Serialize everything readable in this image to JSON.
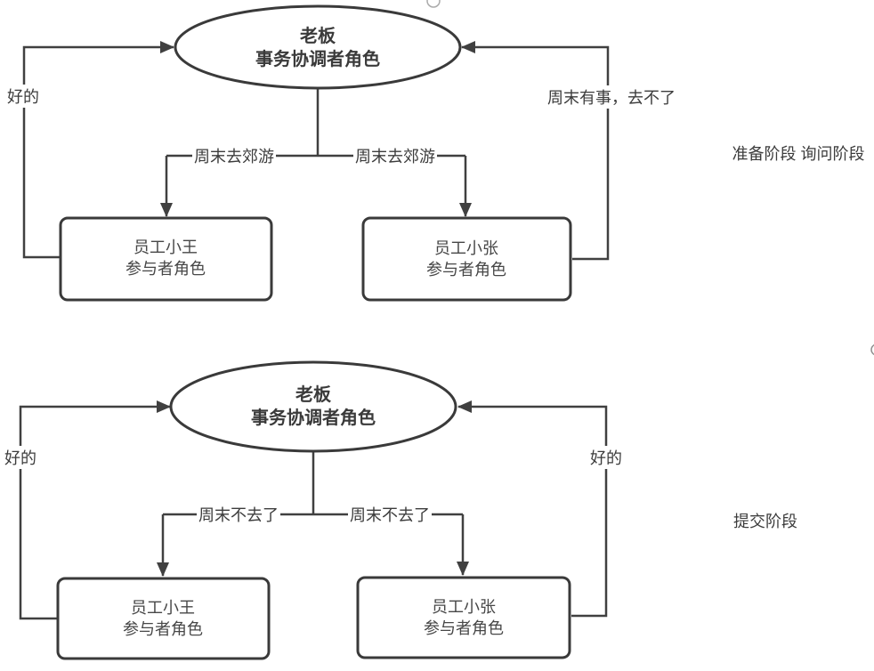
{
  "colors": {
    "line": "#404040",
    "node_border": "#3a3a3a",
    "text": "#3c3c3c",
    "handle_circle": "#aaaaaa"
  },
  "top_diagram": {
    "coordinator": {
      "name": "老板",
      "role": "事务协调者角色"
    },
    "participant_left": {
      "name": "员工小王",
      "role": "参与者角色"
    },
    "participant_right": {
      "name": "员工小张",
      "role": "参与者角色"
    },
    "request_left_label": "周末去郊游",
    "request_right_label": "周末去郊游",
    "reply_left_label": "好的",
    "reply_right_label": "周末有事，去不了",
    "phase_label": "准备阶段 询问阶段"
  },
  "bottom_diagram": {
    "coordinator": {
      "name": "老板",
      "role": "事务协调者角色"
    },
    "participant_left": {
      "name": "员工小王",
      "role": "参与者角色"
    },
    "participant_right": {
      "name": "员工小张",
      "role": "参与者角色"
    },
    "request_left_label": "周末不去了",
    "request_right_label": "周末不去了",
    "reply_left_label": "好的",
    "reply_right_label": "好的",
    "phase_label": "提交阶段"
  }
}
